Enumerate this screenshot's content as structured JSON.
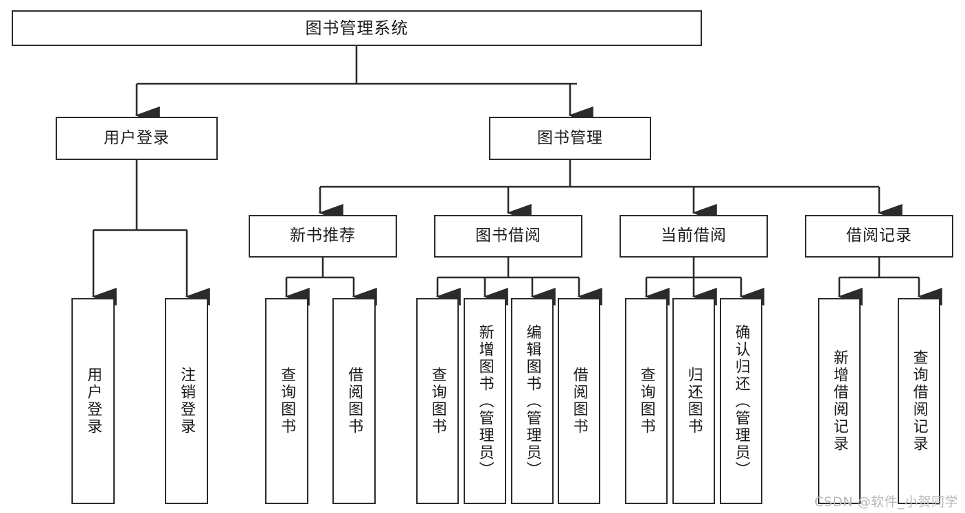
{
  "diagram": {
    "title": "图书管理系统",
    "watermark": "CSDN @软件_小贺同学",
    "colors": {
      "stroke": "#2b2b2b",
      "fill": "#ffffff",
      "text": "#1a1a1a",
      "watermark": "#b9b9b9"
    },
    "levels": {
      "root": {
        "label": "图书管理系统"
      },
      "level2": [
        {
          "label": "用户登录"
        },
        {
          "label": "图书管理"
        }
      ],
      "level3": [
        {
          "label": "新书推荐"
        },
        {
          "label": "图书借阅"
        },
        {
          "label": "当前借阅"
        },
        {
          "label": "借阅记录"
        }
      ],
      "leaves": {
        "user_login": [
          {
            "label": "用户登录"
          },
          {
            "label": "注销登录"
          }
        ],
        "new_book_recommend": [
          {
            "label": "查询图书"
          },
          {
            "label": "借阅图书"
          }
        ],
        "book_borrow": [
          {
            "label": "查询图书"
          },
          {
            "label": "新增图书（管理员）"
          },
          {
            "label": "编辑图书（管理员）"
          },
          {
            "label": "借阅图书"
          }
        ],
        "current_borrow": [
          {
            "label": "查询图书"
          },
          {
            "label": "归还图书"
          },
          {
            "label": "确认归还（管理员）"
          }
        ],
        "borrow_record": [
          {
            "label": "新增借阅记录"
          },
          {
            "label": "查询借阅记录"
          }
        ]
      }
    }
  }
}
